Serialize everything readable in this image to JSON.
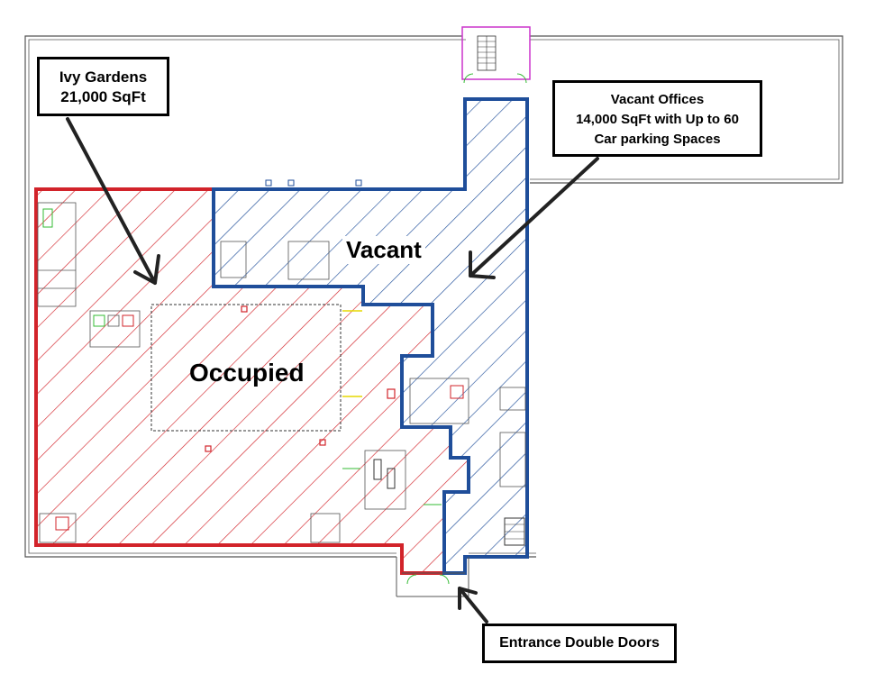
{
  "callouts": {
    "ivy": {
      "line1": "Ivy Gardens",
      "line2": "21,000 SqFt"
    },
    "vacant_offices": {
      "line1": "Vacant Offices",
      "line2": "14,000 SqFt with Up to 60",
      "line3": "Car parking Spaces"
    },
    "entrance": {
      "label": "Entrance Double Doors"
    }
  },
  "areas": {
    "occupied": {
      "label": "Occupied",
      "color": "#d2232a"
    },
    "vacant": {
      "label": "Vacant",
      "color": "#1f4e9a"
    }
  },
  "colors": {
    "outline": "#555555",
    "stair": "#cc33cc",
    "accent_green": "#33bb33",
    "accent_yellow": "#e6d800"
  }
}
